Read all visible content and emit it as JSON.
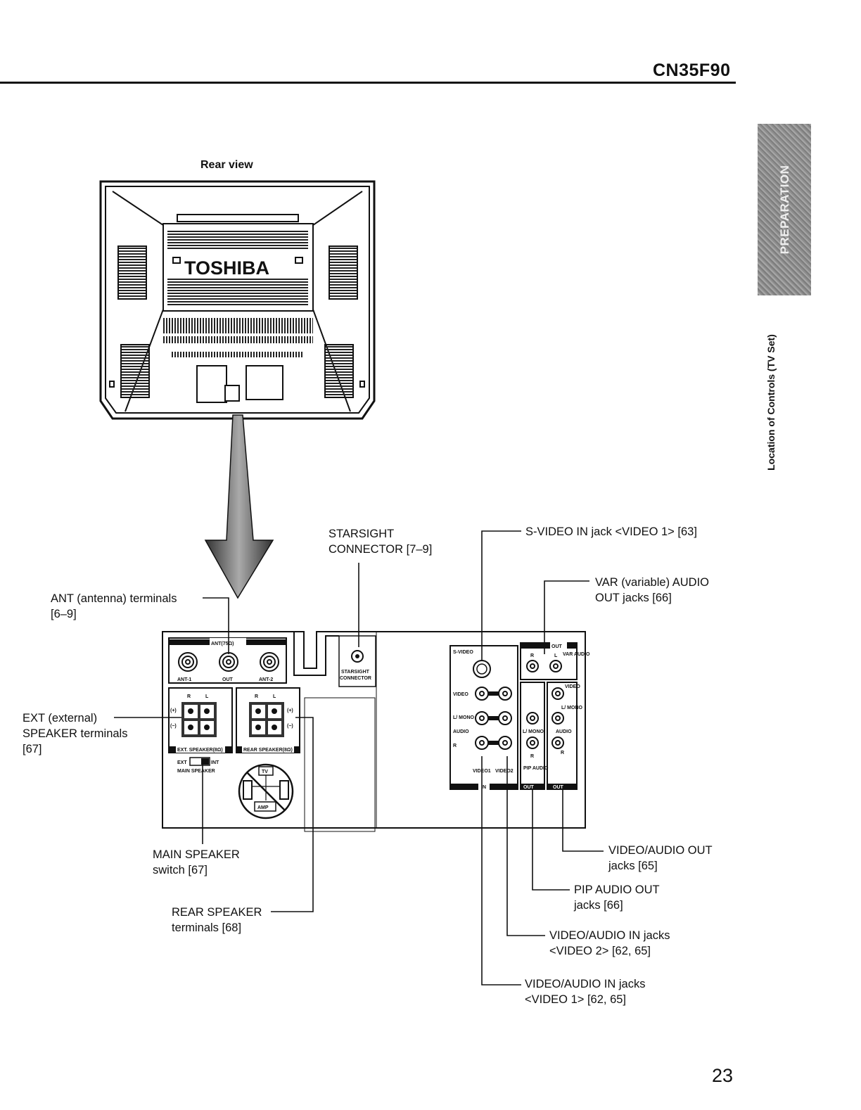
{
  "header": {
    "model": "CN35F90"
  },
  "tab": {
    "section": "PREPARATION",
    "side_title": "Location of Controls (TV Set)"
  },
  "figure": {
    "title": "Rear view",
    "brand": "TOSHIBA",
    "panel": {
      "ant_header": "ANT(75Ω)",
      "ant1": "ANT-1",
      "ant_out": "OUT",
      "ant2": "ANT-2",
      "r": "R",
      "l": "L",
      "plus": "(+)",
      "minus": "(−)",
      "ext_speaker": "EXT. SPEAKER(8Ω)",
      "rear_speaker": "REAR SPEAKER(8Ω)",
      "ext": "EXT",
      "int": "INT",
      "main_speaker": "MAIN SPEAKER",
      "tv": "TV",
      "amp": "AMP",
      "starsight1": "STARSIGHT",
      "starsight2": "CONNECTOR",
      "svideo": "S-VIDEO",
      "video": "VIDEO",
      "lmono": "L/ MONO",
      "audio": "AUDIO",
      "video1": "VIDEO1",
      "video2": "VIDEO2",
      "in": "IN",
      "out": "OUT",
      "var_audio": "VAR AUDIO",
      "pip_audio": "PIP AUDIO"
    }
  },
  "callouts": {
    "svideo_in": "S-VIDEO IN jack <VIDEO 1> [63]",
    "starsight_1": "STARSIGHT",
    "starsight_2": "CONNECTOR [7–9]",
    "var_audio_1": "VAR (variable) AUDIO",
    "var_audio_2": "OUT jacks [66]",
    "ant_1": "ANT (antenna) terminals",
    "ant_2": "[6–9]",
    "ext_1": "EXT (external)",
    "ext_2": "SPEAKER terminals",
    "ext_3": "[67]",
    "main_1": "MAIN SPEAKER",
    "main_2": "switch [67]",
    "rear_1": "REAR SPEAKER",
    "rear_2": "terminals [68]",
    "vaout_1": "VIDEO/AUDIO OUT",
    "vaout_2": "jacks [65]",
    "pip_1": "PIP AUDIO OUT",
    "pip_2": "jacks [66]",
    "vain2_1": "VIDEO/AUDIO IN jacks",
    "vain2_2": "<VIDEO 2> [62, 65]",
    "vain1_1": "VIDEO/AUDIO IN jacks",
    "vain1_2": "<VIDEO 1> [62, 65]"
  },
  "footer": {
    "page": "23"
  }
}
